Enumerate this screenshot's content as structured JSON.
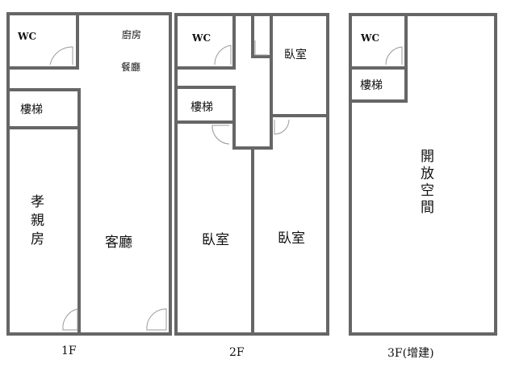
{
  "floors": [
    {
      "caption": "1F",
      "rooms": {
        "wc": "WC",
        "kitchen": "廚房",
        "dining": "餐廳",
        "stairs": "樓梯",
        "parents_room": "孝親房",
        "living_room": "客廳"
      }
    },
    {
      "caption": "2F",
      "rooms": {
        "wc": "WC",
        "stairs": "樓梯",
        "bedroom_top": "臥室",
        "bedroom_left": "臥室",
        "bedroom_right": "臥室"
      }
    },
    {
      "caption": "3F(增建)",
      "rooms": {
        "wc": "WC",
        "stairs": "樓梯",
        "open_space": "開放空間"
      }
    }
  ],
  "colors": {
    "wall": "#666666",
    "door": "#999999"
  }
}
